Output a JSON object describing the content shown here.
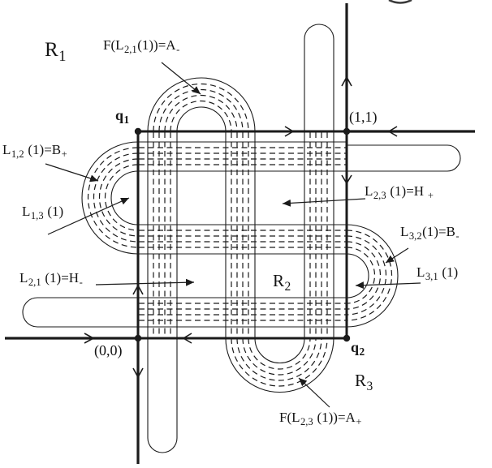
{
  "labels": {
    "r1": {
      "parts": [
        {
          "t": "R",
          "sub": false
        },
        {
          "t": "1",
          "sub": true
        }
      ]
    },
    "f_l21": {
      "parts": [
        {
          "t": "F(L",
          "sub": false
        },
        {
          "t": "2,1",
          "sub": true
        },
        {
          "t": "(1))=A",
          "sub": false
        },
        {
          "t": "-",
          "sub": true
        }
      ]
    },
    "q1": {
      "parts": [
        {
          "t": "q",
          "sub": false
        },
        {
          "t": "1",
          "sub": true
        }
      ]
    },
    "corner_11": {
      "parts": [
        {
          "t": "(1,1)",
          "sub": false
        }
      ]
    },
    "l12": {
      "parts": [
        {
          "t": "L",
          "sub": false
        },
        {
          "t": "1,2",
          "sub": true
        },
        {
          "t": " (1)=B",
          "sub": false
        },
        {
          "t": "+",
          "sub": true
        }
      ]
    },
    "l13": {
      "parts": [
        {
          "t": "L",
          "sub": false
        },
        {
          "t": "1,3",
          "sub": true
        },
        {
          "t": " (1)",
          "sub": false
        }
      ]
    },
    "l21": {
      "parts": [
        {
          "t": "L",
          "sub": false
        },
        {
          "t": "2,1",
          "sub": true
        },
        {
          "t": " (1)=H",
          "sub": false
        },
        {
          "t": "-",
          "sub": true
        }
      ]
    },
    "l23": {
      "parts": [
        {
          "t": "L",
          "sub": false
        },
        {
          "t": "2,3",
          "sub": true
        },
        {
          "t": " (1)=H ",
          "sub": false
        },
        {
          "t": "+",
          "sub": true
        }
      ]
    },
    "l32": {
      "parts": [
        {
          "t": "L",
          "sub": false
        },
        {
          "t": "3,2",
          "sub": true
        },
        {
          "t": "(1)=B",
          "sub": false
        },
        {
          "t": "-",
          "sub": true
        }
      ]
    },
    "l31": {
      "parts": [
        {
          "t": "L",
          "sub": false
        },
        {
          "t": "3,1",
          "sub": true
        },
        {
          "t": " (1)",
          "sub": false
        }
      ]
    },
    "r2": {
      "parts": [
        {
          "t": "R",
          "sub": false
        },
        {
          "t": "2",
          "sub": true
        }
      ]
    },
    "r3": {
      "parts": [
        {
          "t": "R",
          "sub": false
        },
        {
          "t": "3",
          "sub": true
        }
      ]
    },
    "corner_00": {
      "parts": [
        {
          "t": "(0,0)",
          "sub": false
        }
      ]
    },
    "q2": {
      "parts": [
        {
          "t": "q",
          "sub": false
        },
        {
          "t": "2",
          "sub": true
        }
      ]
    },
    "f_l23": {
      "parts": [
        {
          "t": "F(L",
          "sub": false
        },
        {
          "t": "2,3",
          "sub": true
        },
        {
          "t": " (1))=A",
          "sub": false
        },
        {
          "t": "+",
          "sub": true
        }
      ]
    }
  },
  "colors": {
    "ink": "#1b1b1b",
    "background": "#ffffff"
  }
}
